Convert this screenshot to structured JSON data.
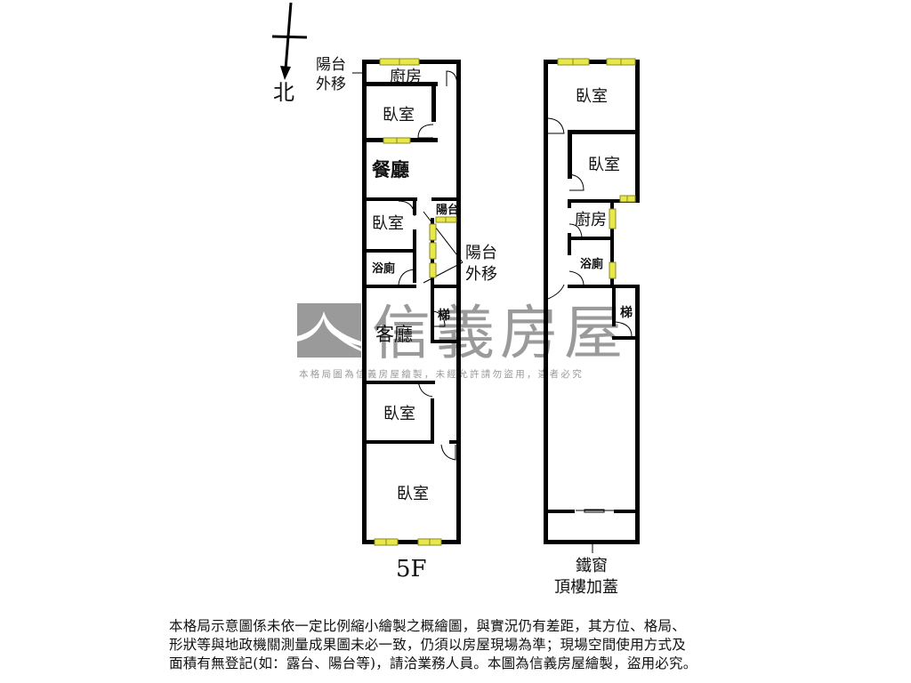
{
  "compass": {
    "direction_label": "北",
    "icon": "north-arrow-icon"
  },
  "watermark": {
    "brand": "信義房屋",
    "notice": "本格局圖為信義房屋繪製，未經允許請勿盜用，違者必究",
    "color": "#9a9a9a"
  },
  "floor_5f": {
    "floor_label": "5F",
    "balcony_shift_top": [
      "陽台",
      "外移"
    ],
    "balcony_shift_mid": [
      "陽台",
      "外移"
    ],
    "rooms": {
      "kitchen": "廚房",
      "bedroom_1": "臥室",
      "dining": "餐廳",
      "bedroom_2": "臥室",
      "balcony": "陽台",
      "bathroom": "浴廁",
      "stairs": "梯",
      "living": "客廳",
      "bedroom_3": "臥室",
      "bedroom_4": "臥室"
    }
  },
  "floor_roof": {
    "rooms": {
      "bedroom_1": "臥室",
      "bedroom_2": "臥室",
      "kitchen": "廚房",
      "bathroom": "浴廁",
      "stairs": "梯"
    },
    "callout_iron_window": "鐵窗",
    "callout_rooftop": "頂樓加蓋"
  },
  "colors": {
    "wall": "#000000",
    "window_fill": "#e8e84a",
    "window_stroke": "#8a8a20"
  },
  "disclaimer": {
    "lines": [
      "本格局示意圖係未依一定比例縮小繪製之概繪圖，與實況仍有差距，其方位、格局、",
      "形狀等與地政機關測量成果圖未必一致，仍須以房屋現場為準；現場空間使用方式及",
      "面積有無登記(如：露台、陽台等)，請洽業務人員。本圖為信義房屋繪製，盜用必究。"
    ]
  }
}
